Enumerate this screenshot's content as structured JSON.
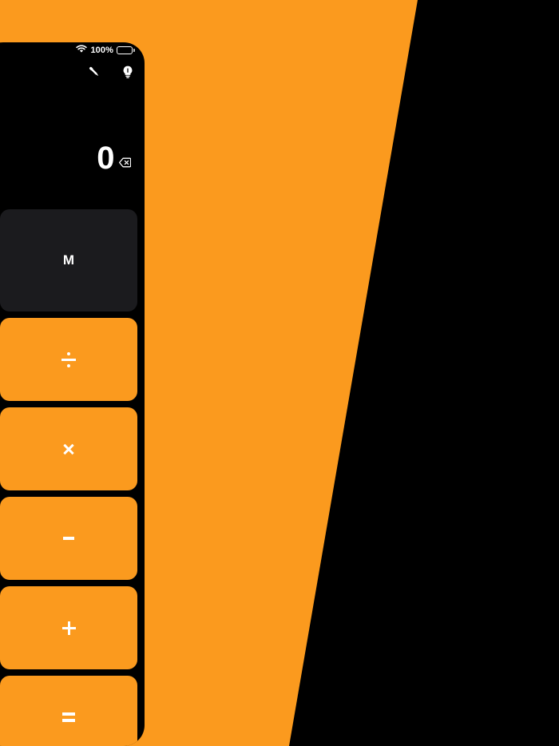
{
  "wallpaper": {
    "background_color": "#000000",
    "accent_color": "#fb9a1e",
    "shape": "diagonal-wedge"
  },
  "status_bar": {
    "wifi_icon": "wifi-icon",
    "battery_percent": "100%",
    "battery_icon": "battery-full-icon"
  },
  "toolbar": {
    "items": [
      {
        "icon": "eyedropper-icon",
        "label": ""
      },
      {
        "icon": "lightbulb-icon",
        "label": ""
      }
    ]
  },
  "display": {
    "value": "0",
    "backspace_icon": "backspace-icon"
  },
  "keypad": {
    "keys": [
      {
        "label": "M",
        "name": "memory-key",
        "kind": "memory",
        "glyph": "text"
      },
      {
        "label": "÷",
        "name": "divide-key",
        "kind": "operator",
        "glyph": "divide"
      },
      {
        "label": "×",
        "name": "multiply-key",
        "kind": "operator",
        "glyph": "times"
      },
      {
        "label": "-",
        "name": "subtract-key",
        "kind": "operator",
        "glyph": "minus"
      },
      {
        "label": "+",
        "name": "add-key",
        "kind": "operator",
        "glyph": "plus"
      },
      {
        "label": "=",
        "name": "equals-key",
        "kind": "equals",
        "glyph": "equals"
      }
    ]
  },
  "colors": {
    "operator_orange": "#fb9a1e",
    "memory_gray": "#1b1b1e",
    "screen_black": "#000000",
    "text_white": "#ffffff"
  }
}
